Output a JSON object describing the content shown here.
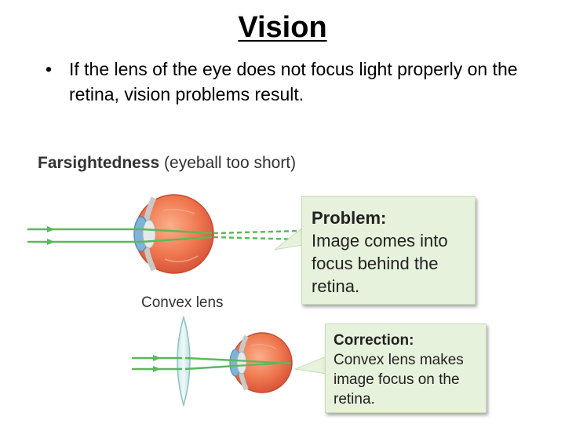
{
  "slide": {
    "title": "Vision",
    "bullet_marker": "•",
    "bullet_text": "If the lens of the eye does not focus light properly on the retina, vision problems result."
  },
  "diagram": {
    "heading_bold": "Farsightedness",
    "heading_rest": " (eyeball too short)",
    "lens_label": "Convex lens",
    "problem": {
      "head": "Problem:",
      "body": "Image comes into focus behind the retina."
    },
    "correction": {
      "head": "Correction:",
      "body": "Convex lens makes image focus on the retina."
    },
    "colors": {
      "eye": "#f07850",
      "eye_dark": "#d8553a",
      "light_ray": "#5cb85c",
      "callout_bg": "#e7f2dd"
    }
  }
}
